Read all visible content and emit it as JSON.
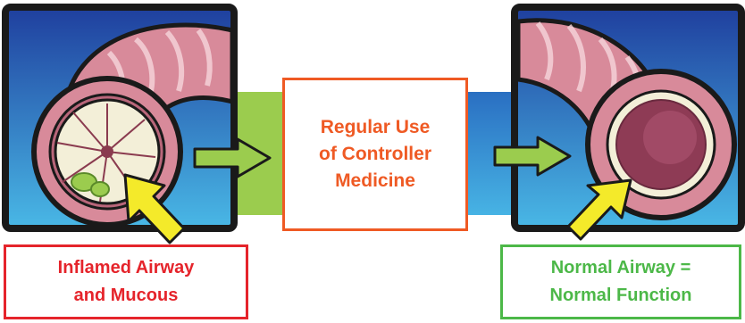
{
  "colors": {
    "frame": "#1a1a1a",
    "sky_top": "#1f3f9e",
    "sky_bottom": "#49b8e6",
    "airway": "#d88a9a",
    "airway_dark": "#b9667a",
    "arrow_green": "#9bcc4e",
    "arrow_yellow": "#f4ea2a",
    "red": "#e5242b",
    "orange": "#ef5a24",
    "green": "#4cb848"
  },
  "left_panel": {
    "icon": "inflamed-airway-illustration",
    "caption_lines": [
      "Inflamed Airway",
      "and Mucous"
    ]
  },
  "center": {
    "lines": [
      "Regular Use",
      "of Controller",
      "Medicine"
    ]
  },
  "right_panel": {
    "icon": "normal-airway-illustration",
    "caption_lines": [
      "Normal Airway =",
      "Normal Function"
    ]
  }
}
